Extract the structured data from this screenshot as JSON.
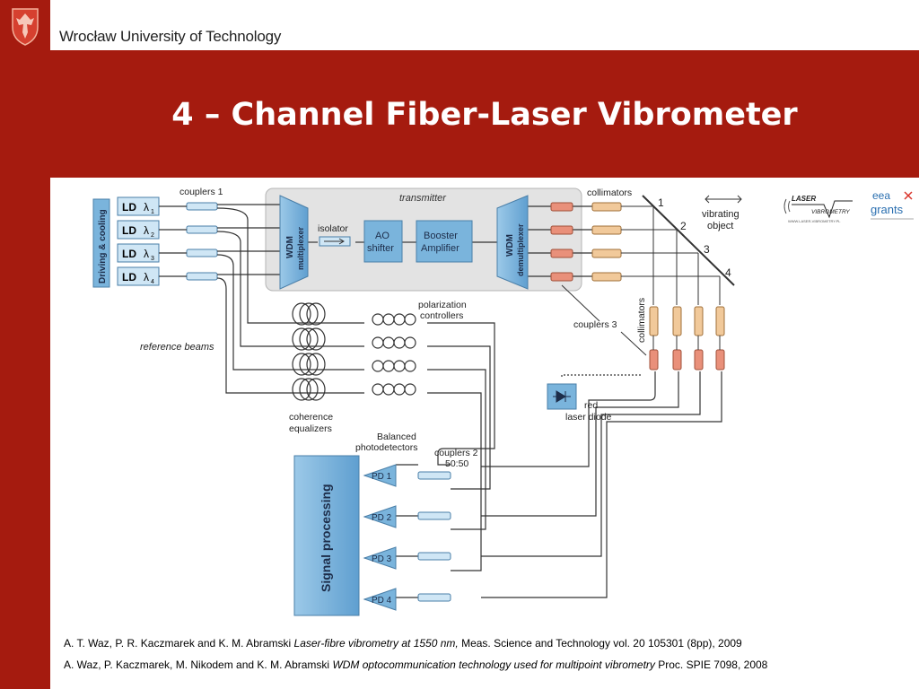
{
  "header": {
    "university": "Wrocław University of Technology",
    "title": "4 – Channel Fiber-Laser Vibrometer"
  },
  "diagram": {
    "transmitter_label": "transmitter",
    "driving_cooling": "Driving & cooling",
    "lasers": [
      {
        "ld": "LD",
        "lambda": "λ",
        "sub": "1"
      },
      {
        "ld": "LD",
        "lambda": "λ",
        "sub": "2"
      },
      {
        "ld": "LD",
        "lambda": "λ",
        "sub": "3"
      },
      {
        "ld": "LD",
        "lambda": "λ",
        "sub": "4"
      }
    ],
    "couplers1": "couplers 1",
    "wdm_mux": [
      "WDM",
      "multiplexer"
    ],
    "isolator": "isolator",
    "ao_shifter": [
      "AO",
      "shifter"
    ],
    "booster": [
      "Booster",
      "Amplifier"
    ],
    "wdm_demux": [
      "WDM",
      "demultiplexer"
    ],
    "collimators_top": "collimators",
    "collimators_side": "collimators",
    "points": [
      "1",
      "2",
      "3",
      "4"
    ],
    "vibrating_object": [
      "vibrating",
      "object"
    ],
    "polarization_controllers": [
      "polarization",
      "controllers"
    ],
    "reference_beams": "reference beams",
    "couplers3": "couplers 3",
    "coherence_equalizers": [
      "coherence",
      "equalizers"
    ],
    "red_laser_diode": [
      "red",
      "laser diode"
    ],
    "balanced_photodetectors": [
      "Balanced",
      "photodetectors"
    ],
    "couplers2": [
      "couplers 2",
      "50:50"
    ],
    "signal_processing": "Signal processing",
    "photodetectors": [
      "PD 1",
      "PD 2",
      "PD 3",
      "PD 4"
    ]
  },
  "partners": {
    "laser_vibrometry": [
      "LASER",
      "VIBROMETRY"
    ],
    "laser_vibrometry_url": "WWW.LASER-VIBROMETRY.PL",
    "eea_grants": [
      "eea",
      "grants"
    ]
  },
  "references": [
    {
      "authors": "A. T. Waz, P. R. Kaczmarek and K. M. Abramski ",
      "title": "Laser-fibre vibrometry at 1550 nm,",
      "source": "  Meas. Science and Technology vol. 20 105301 (8pp), 2009"
    },
    {
      "authors": "A. Waz, P. Kaczmarek, M. Nikodem and K. M. Abramski ",
      "title": "WDM optocommunication technology used for multipoint vibrometry",
      "source": " Proc. SPIE 7098, 2008"
    }
  ],
  "colors": {
    "brand": "#a51b0f",
    "component_blue": "#7ab4dc",
    "coupler_blue": "#cfe6f5",
    "collimator_tan": "#f1c99a",
    "coupler_red": "#e9907a"
  }
}
